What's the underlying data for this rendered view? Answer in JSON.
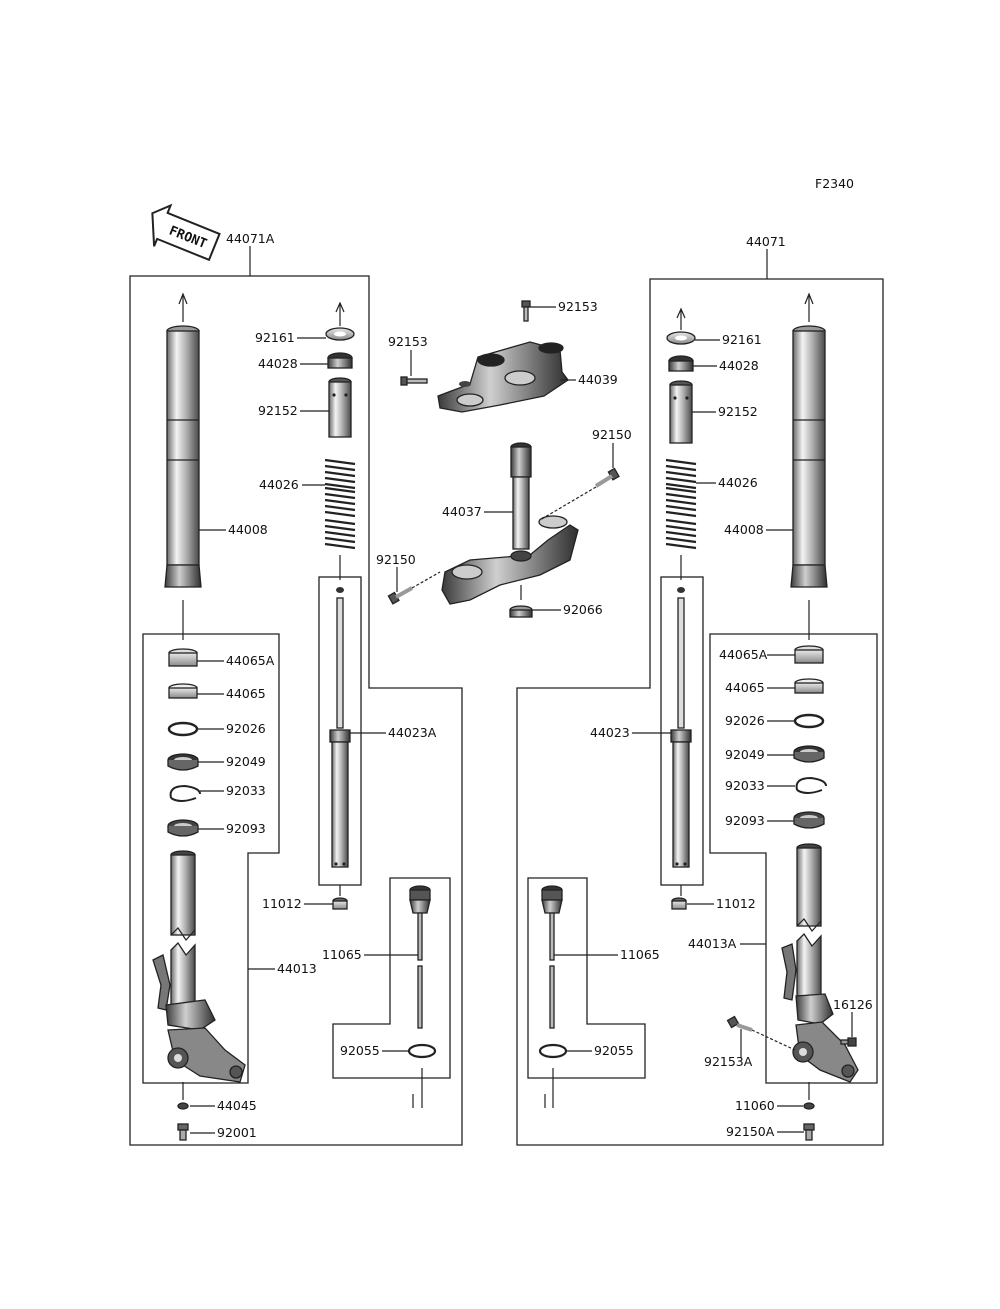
{
  "diagram_code": "F2340",
  "front_label": "FRONT",
  "left_assembly": {
    "assembly": "44071A",
    "outer_tube": "44008",
    "cap_seal": "92161",
    "cap_nut": "44028",
    "spacer": "92152",
    "spring": "44026",
    "inner_unit": "44023A",
    "bush_a": "44065A",
    "bush": "44065",
    "washer": "92026",
    "oil_seal": "92049",
    "circlip": "92033",
    "dust_seal": "92093",
    "inner_tube": "44013",
    "nut": "11012",
    "cartridge": "11065",
    "o_ring": "92055",
    "gasket": "44045",
    "bolt": "92001"
  },
  "right_assembly": {
    "assembly": "44071",
    "outer_tube": "44008",
    "cap_seal": "92161",
    "cap_nut": "44028",
    "spacer": "92152",
    "spring": "44026",
    "inner_unit": "44023",
    "bush_a": "44065A",
    "bush": "44065",
    "washer": "92026",
    "oil_seal": "92049",
    "circlip": "92033",
    "dust_seal": "92093",
    "inner_tube": "44013A",
    "nut": "11012",
    "cartridge": "11065",
    "o_ring": "92055",
    "bolt_a": "92153A",
    "screw": "16126",
    "gasket": "11060",
    "bolt": "92150A"
  },
  "center": {
    "upper_bracket": "44039",
    "upper_bolt_top": "92153",
    "upper_bolt_left": "92153",
    "stem": "44037",
    "stem_bolt_right": "92150",
    "stem_bolt_left": "92150",
    "stem_nut": "92066"
  }
}
